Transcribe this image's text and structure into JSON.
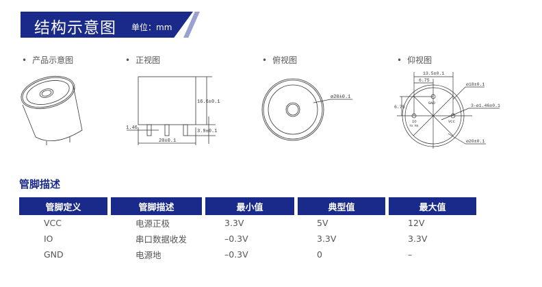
{
  "header": {
    "title": "结构示意图",
    "unit": "单位：mm"
  },
  "views": [
    {
      "label": "产品示意图"
    },
    {
      "label": "正视图"
    },
    {
      "label": "俯视图"
    },
    {
      "label": "仰视图"
    }
  ],
  "front_dims": {
    "height": "16.6±0.1",
    "pin_dia": "1.46",
    "pin_len": "3.9±0.1",
    "width": "20±0.1"
  },
  "top_dims": {
    "diameter": "ø20±0.1"
  },
  "bottom_dims": {
    "pitch": "13.5±0.1",
    "half_pitch": "6.75",
    "vert": "6.75",
    "inner": "ø18±0.1",
    "pins": "3-ø1.46±0.1",
    "outer": "ø20±0.1",
    "pin_gnd": "GND",
    "pin_io": "IO",
    "pin_io_sub": "TX RX",
    "pin_vcc": "VCC"
  },
  "pins_section": {
    "title": "管脚描述",
    "columns": [
      "管脚定义",
      "管脚描述",
      "最小值",
      "典型值",
      "最大值"
    ],
    "rows": [
      [
        "VCC",
        "电源正极",
        "3.3V",
        "5V",
        "12V"
      ],
      [
        "IO",
        "串口数据收发",
        "–0.3V",
        "3.3V",
        "3.3V"
      ],
      [
        "GND",
        "电源地",
        "–0.3V",
        "0",
        "–"
      ]
    ]
  }
}
